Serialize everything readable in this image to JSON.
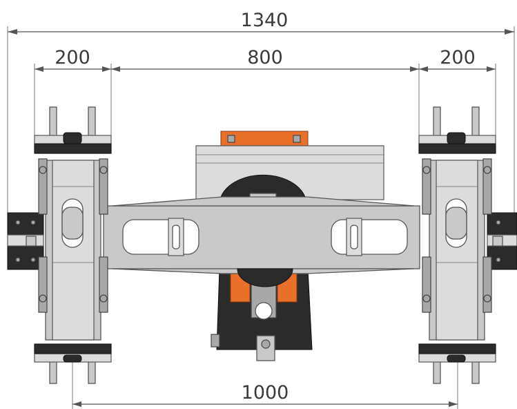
{
  "dimensions": {
    "overall_width": "1340",
    "left_wheel_width": "200",
    "center_gap": "800",
    "right_wheel_width": "200",
    "wheel_spacing": "1000"
  },
  "colors": {
    "frame": "#c9c9c9",
    "rubber": "#2b2b2b",
    "accent": "#e8702a"
  }
}
